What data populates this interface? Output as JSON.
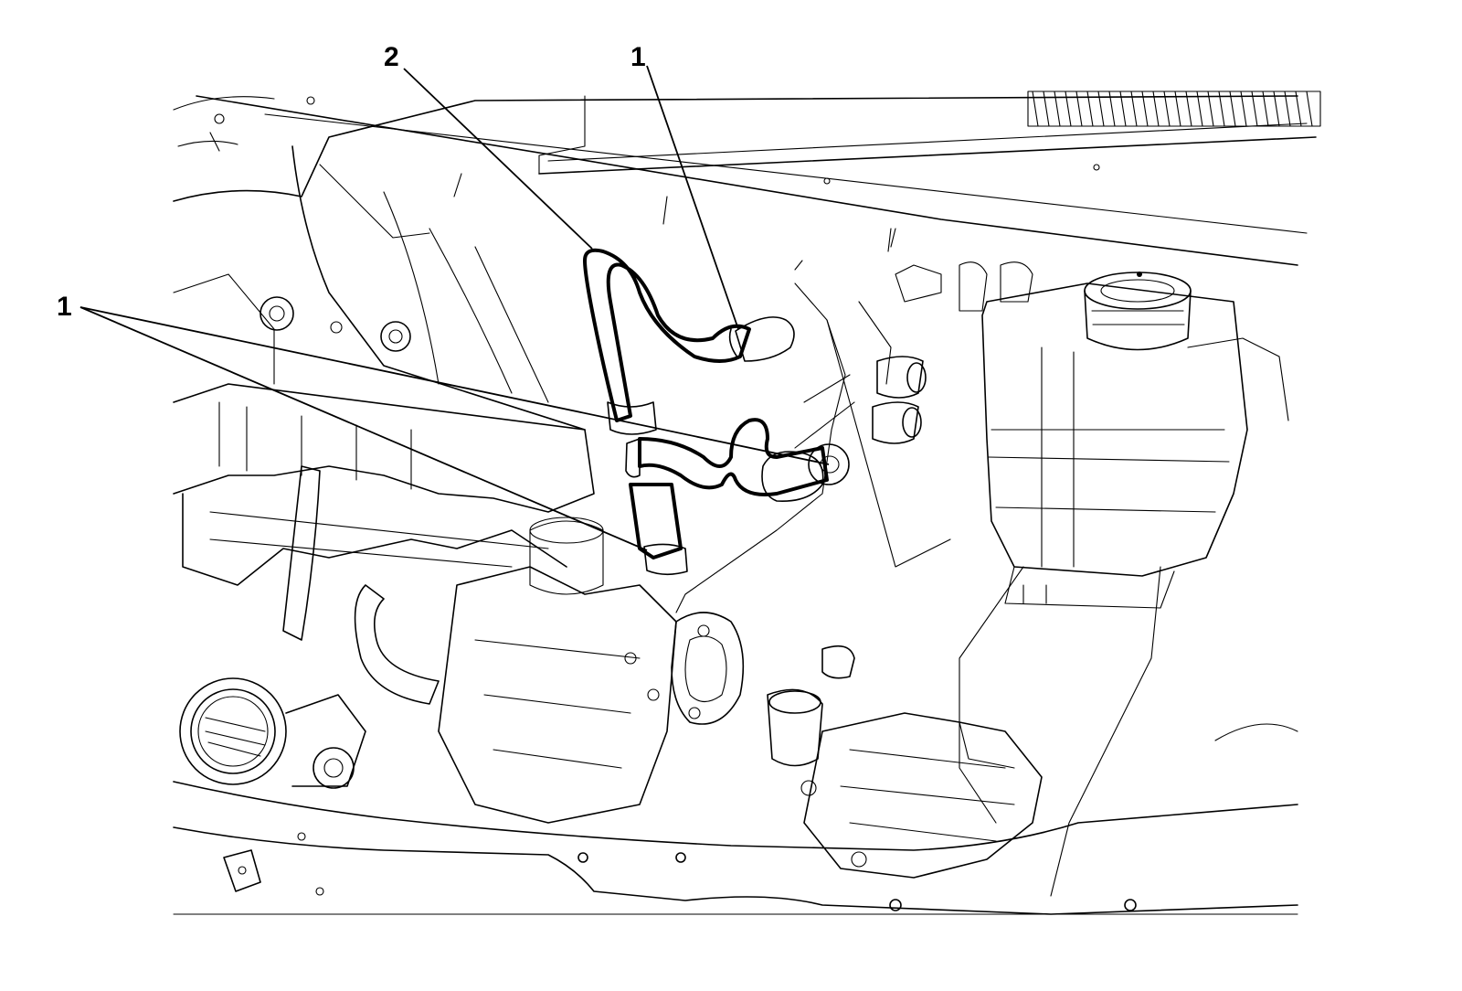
{
  "callouts": [
    {
      "id": "label-1-top",
      "text": "1"
    },
    {
      "id": "label-2",
      "text": "2"
    },
    {
      "id": "label-1-left",
      "text": "1"
    }
  ]
}
